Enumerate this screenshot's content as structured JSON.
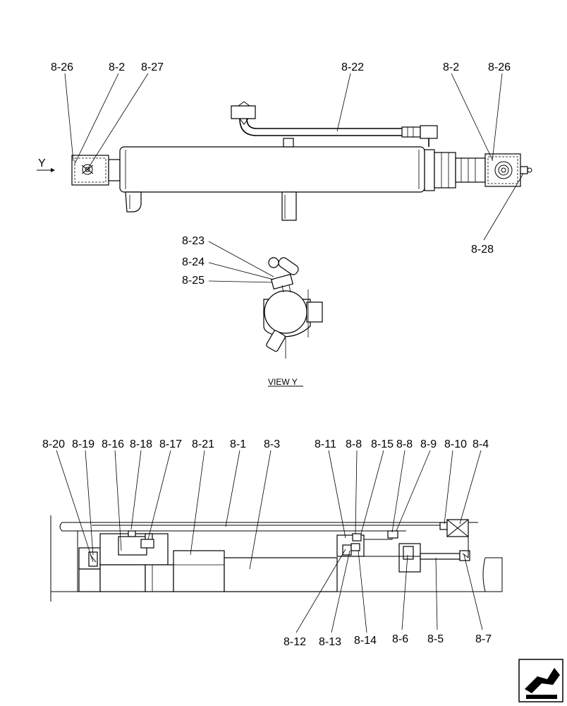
{
  "labels": {
    "t_8_26_l": "8-26",
    "t_8_2_l": "8-2",
    "t_8_27": "8-27",
    "t_8_22": "8-22",
    "t_8_2_r": "8-2",
    "t_8_26_r": "8-26",
    "t_8_28": "8-28",
    "t_y": "Y",
    "t_8_23": "8-23",
    "t_8_24": "8-24",
    "t_8_25": "8-25",
    "t_view": "VIEW  Y",
    "b_8_20": "8-20",
    "b_8_19": "8-19",
    "b_8_16": "8-16",
    "b_8_18": "8-18",
    "b_8_17": "8-17",
    "b_8_21": "8-21",
    "b_8_1": "8-1",
    "b_8_3": "8-3",
    "b_8_11": "8-11",
    "b_8_8a": "8-8",
    "b_8_15": "8-15",
    "b_8_8b": "8-8",
    "b_8_9": "8-9",
    "b_8_10": "8-10",
    "b_8_4": "8-4",
    "b_8_12": "8-12",
    "b_8_13": "8-13",
    "b_8_14": "8-14",
    "b_8_6": "8-6",
    "b_8_5": "8-5",
    "b_8_7": "8-7"
  },
  "nav_icon": "next-page-arrow-icon"
}
